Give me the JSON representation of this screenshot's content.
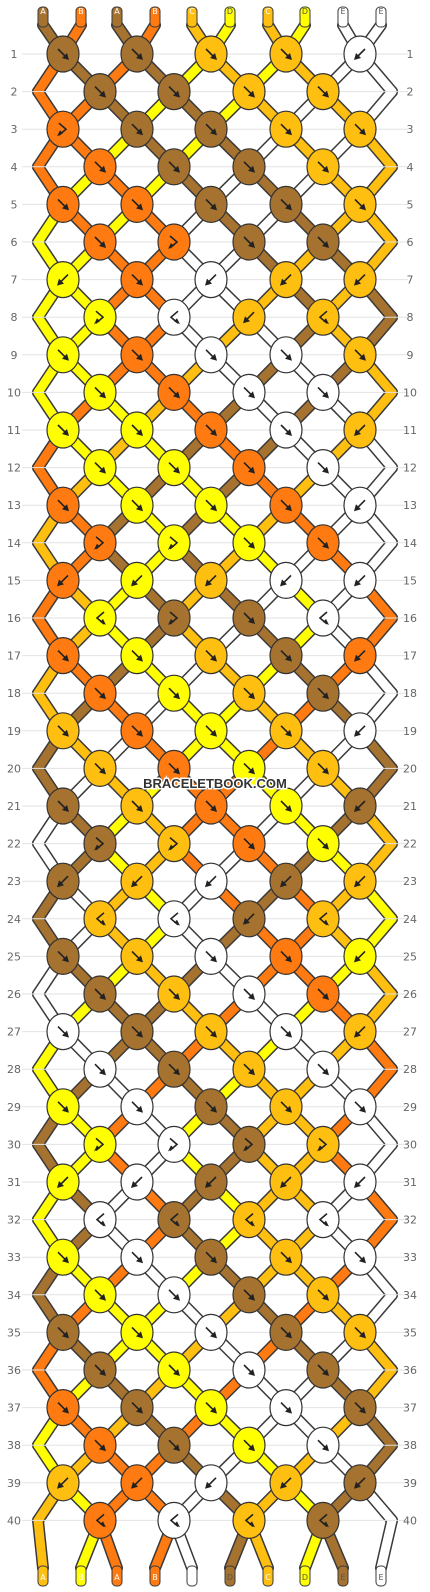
{
  "watermark": "BRACELETBOOK.COM",
  "palette": {
    "A": "#a57230",
    "B": "#ff7a10",
    "C": "#ffbf10",
    "D": "#ffff00",
    "E": "#ffffff"
  },
  "strings": [
    "A",
    "B",
    "A",
    "B",
    "C",
    "D",
    "C",
    "D",
    "E",
    "E"
  ],
  "row_labels": [
    "1",
    "2",
    "3",
    "4",
    "5",
    "6",
    "7",
    "8",
    "9",
    "10",
    "11",
    "12",
    "13",
    "14",
    "15",
    "16",
    "17",
    "18",
    "19",
    "20",
    "21",
    "22",
    "23",
    "24",
    "25",
    "26",
    "27",
    "28",
    "29",
    "30",
    "31",
    "32",
    "33",
    "34",
    "35",
    "36",
    "37",
    "38",
    "39",
    "40"
  ],
  "knot_legend": {
    "f": "forward",
    "b": "backward",
    "fb": "forward-backward",
    "bf": "backward-forward"
  },
  "rows": [
    [
      "f",
      "f",
      "f",
      "f",
      "b"
    ],
    [
      "f",
      "f",
      "f",
      "f"
    ],
    [
      "fb",
      "f",
      "f",
      "f",
      "f"
    ],
    [
      "f",
      "f",
      "f",
      "f"
    ],
    [
      "f",
      "f",
      "f",
      "f",
      "f"
    ],
    [
      "f",
      "fb",
      "f",
      "f"
    ],
    [
      "b",
      "f",
      "b",
      "b",
      "b"
    ],
    [
      "fb",
      "bf",
      "b",
      "bf"
    ],
    [
      "f",
      "f",
      "f",
      "f",
      "f"
    ],
    [
      "f",
      "f",
      "f",
      "f"
    ],
    [
      "f",
      "f",
      "f",
      "f",
      "b"
    ],
    [
      "f",
      "f",
      "f",
      "f"
    ],
    [
      "f",
      "f",
      "f",
      "f",
      "b"
    ],
    [
      "fb",
      "fb",
      "f",
      "f"
    ],
    [
      "b",
      "b",
      "b",
      "b",
      "b"
    ],
    [
      "bf",
      "fb",
      "f",
      "bf"
    ],
    [
      "f",
      "f",
      "f",
      "f",
      "b"
    ],
    [
      "f",
      "f",
      "f",
      "f"
    ],
    [
      "f",
      "f",
      "f",
      "f",
      "b"
    ],
    [
      "f",
      "f",
      "f",
      "f"
    ],
    [
      "f",
      "f",
      "f",
      "f",
      "b"
    ],
    [
      "fb",
      "fb",
      "f",
      "f"
    ],
    [
      "b",
      "b",
      "b",
      "b",
      "b"
    ],
    [
      "bf",
      "bf",
      "b",
      "bf"
    ],
    [
      "f",
      "f",
      "f",
      "f",
      "b"
    ],
    [
      "f",
      "f",
      "f",
      "f"
    ],
    [
      "f",
      "f",
      "f",
      "f",
      "b"
    ],
    [
      "f",
      "f",
      "f",
      "f"
    ],
    [
      "f",
      "f",
      "f",
      "f",
      "f"
    ],
    [
      "fb",
      "fb",
      "fb",
      "fb"
    ],
    [
      "b",
      "b",
      "b",
      "b",
      "b"
    ],
    [
      "bf",
      "bf",
      "bf",
      "bf"
    ],
    [
      "f",
      "f",
      "f",
      "f",
      "f"
    ],
    [
      "f",
      "f",
      "f",
      "f"
    ],
    [
      "f",
      "f",
      "f",
      "f",
      "f"
    ],
    [
      "f",
      "f",
      "f",
      "f"
    ],
    [
      "f",
      "f",
      "f",
      "f",
      "f"
    ],
    [
      "f",
      "f",
      "f",
      "f"
    ],
    [
      "b",
      "b",
      "b",
      "b",
      "b"
    ],
    [
      "bf",
      "bf",
      "bf",
      "bf"
    ]
  ]
}
